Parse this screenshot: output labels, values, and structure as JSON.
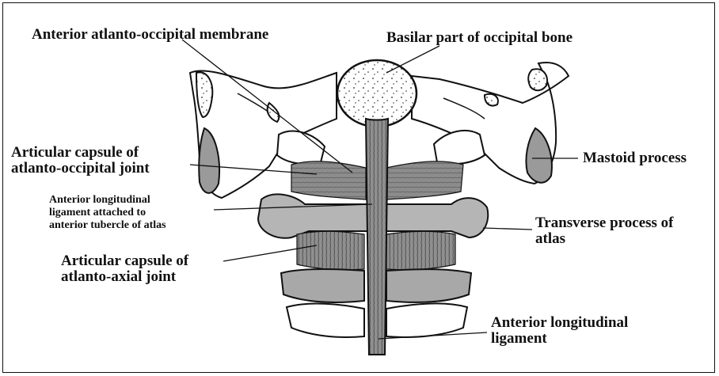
{
  "figure": {
    "labels": {
      "anterior_atlanto_occipital_membrane": "Anterior atlanto-occipital membrane",
      "basilar_part": "Basilar part of occipital bone",
      "capsule_ao_line1": "Articular capsule of",
      "capsule_ao_line2": "atlanto-occipital joint",
      "all_atlas_line1": "Anterior longitudinal",
      "all_atlas_line2": "ligament attached to",
      "all_atlas_line3": "anterior tubercle of atlas",
      "capsule_aa_line1": "Articular capsule of",
      "capsule_aa_line2": "atlanto-axial joint",
      "mastoid": "Mastoid process",
      "transverse_line1": "Transverse process of",
      "transverse_line2": "atlas",
      "all_line1": "Anterior longitudinal",
      "all_line2": "ligament"
    }
  }
}
